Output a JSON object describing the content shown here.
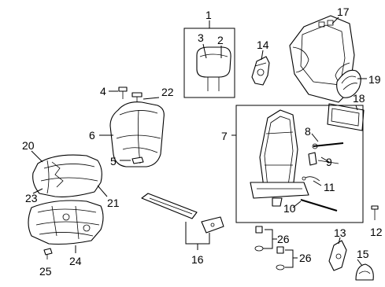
{
  "callouts": {
    "c1": "1",
    "c2": "2",
    "c3": "3",
    "c4": "4",
    "c5": "5",
    "c6": "6",
    "c7": "7",
    "c8": "8",
    "c9": "9",
    "c10": "10",
    "c11": "11",
    "c12": "12",
    "c13": "13",
    "c14": "14",
    "c15": "15",
    "c16": "16",
    "c17": "17",
    "c18": "18",
    "c19": "19",
    "c20": "20",
    "c21": "21",
    "c22": "22",
    "c23": "23",
    "c24": "24",
    "c25": "25",
    "c26a": "26",
    "c26b": "26"
  }
}
